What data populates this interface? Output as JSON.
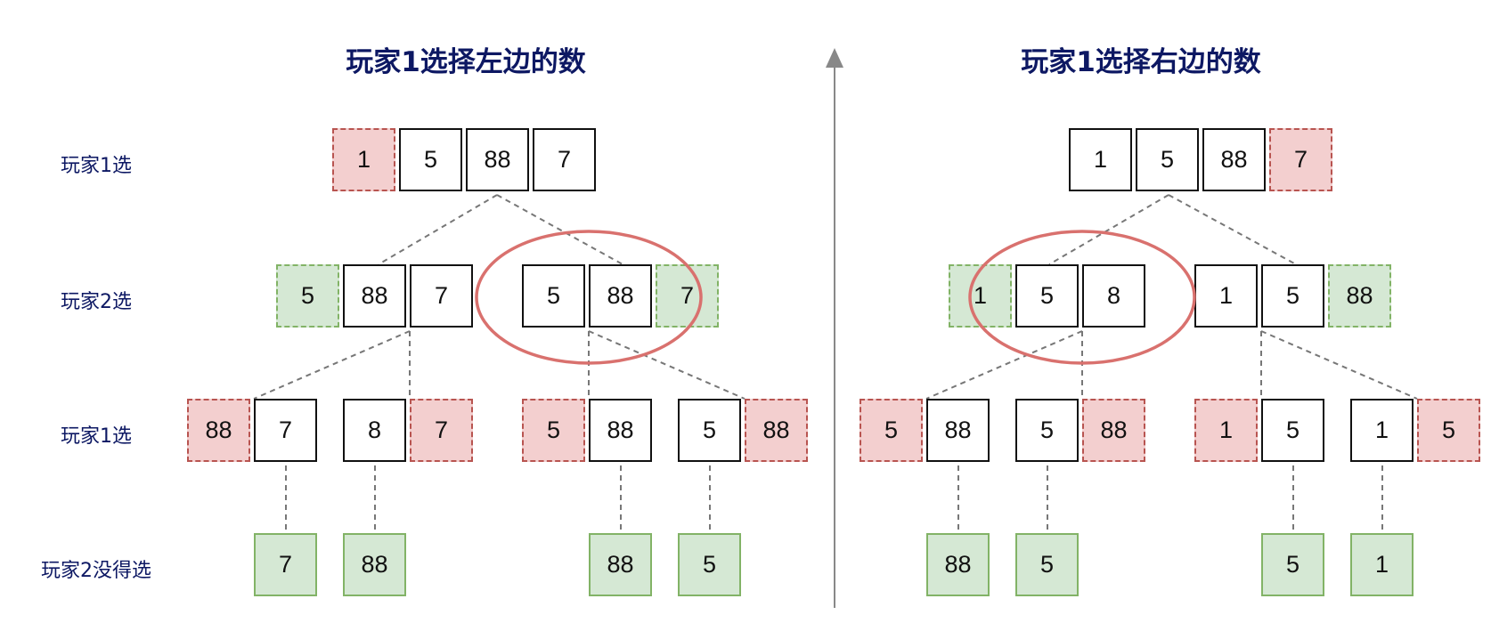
{
  "titles": {
    "left": "玩家1选择左边的数",
    "right": "玩家1选择右边的数"
  },
  "row_labels": [
    "玩家1选",
    "玩家2选",
    "玩家1选",
    "玩家2没得选"
  ],
  "colors": {
    "title": "#0d1863",
    "red_fill": "#f3cfcf",
    "red_border": "#b85450",
    "green_fill": "#d5e8d4",
    "green_border": "#82b366",
    "ellipse": "#d9716e",
    "line": "#777777"
  },
  "groups": {
    "L_r1": [
      "1",
      "5",
      "88",
      "7"
    ],
    "L_r2a": [
      "5",
      "88",
      "7"
    ],
    "L_r2b": [
      "5",
      "88",
      "7"
    ],
    "L_r3a": [
      "88",
      "7"
    ],
    "L_r3b": [
      "8",
      "7"
    ],
    "L_r3c": [
      "5",
      "88"
    ],
    "L_r3d": [
      "5",
      "88"
    ],
    "L_r4a": [
      "7"
    ],
    "L_r4b": [
      "88"
    ],
    "L_r4c": [
      "88"
    ],
    "L_r4d": [
      "5"
    ],
    "R_r1": [
      "1",
      "5",
      "88",
      "7"
    ],
    "R_r2a": [
      "1",
      "5",
      "8"
    ],
    "R_r2b": [
      "1",
      "5",
      "88"
    ],
    "R_r3a": [
      "5",
      "88"
    ],
    "R_r3b": [
      "5",
      "88"
    ],
    "R_r3c": [
      "1",
      "5"
    ],
    "R_r3d": [
      "1",
      "5"
    ],
    "R_r4a": [
      "88"
    ],
    "R_r4b": [
      "5"
    ],
    "R_r4c": [
      "5"
    ],
    "R_r4d": [
      "1"
    ]
  }
}
